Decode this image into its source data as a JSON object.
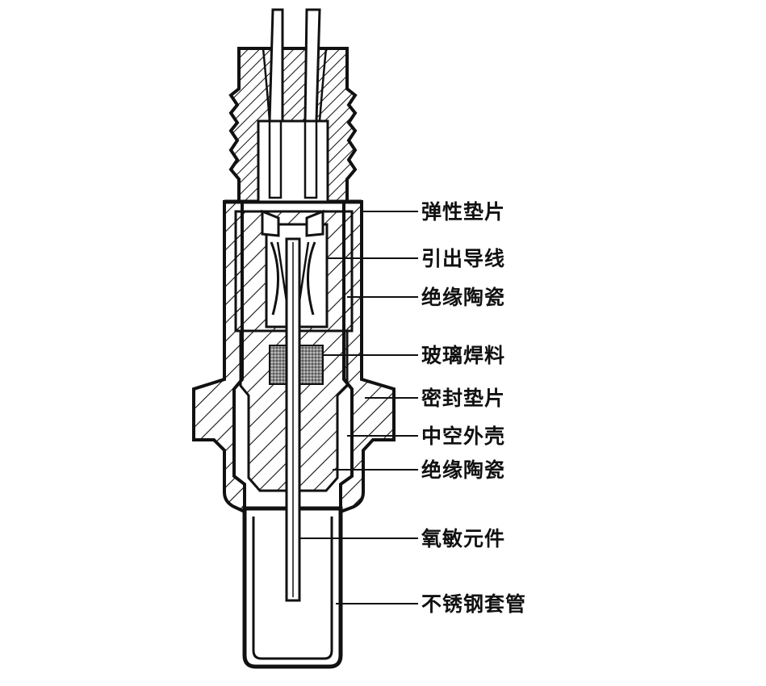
{
  "labels": [
    "弹性垫片",
    "引出导线",
    "绝缘陶瓷",
    "玻璃焊料",
    "密封垫片",
    "中空外壳",
    "绝缘陶瓷",
    "氧敏元件",
    "不锈钢套管"
  ],
  "colors": {
    "ink": "#111111",
    "background": "#ffffff",
    "glass_solder_fill": "#9a9a9a"
  }
}
